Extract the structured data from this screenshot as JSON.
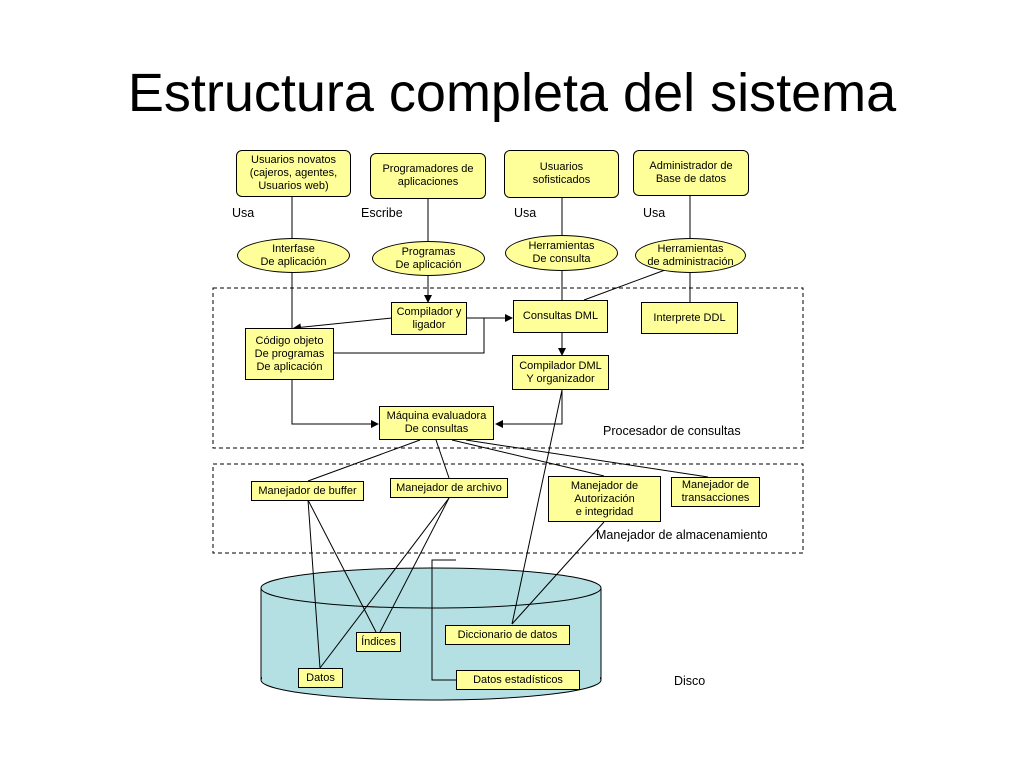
{
  "title": "Estructura completa del sistema",
  "users": {
    "naive": "Usuarios novatos\n(cajeros, agentes,\nUsuarios web)",
    "programmers": "Programadores de\naplicaciones",
    "sophisticated": "Usuarios\nsofisticados",
    "dba": "Administrador de\nBase de datos"
  },
  "edge_labels": {
    "naive": "Usa",
    "programmers": "Escribe",
    "sophisticated": "Usa",
    "dba": "Usa"
  },
  "tools": {
    "app_interface": "Interfase\nDe aplicación",
    "app_programs": "Programas\nDe aplicación",
    "query_tools": "Herramientas\nDe consulta",
    "admin_tools": "Herramientas\nde administración"
  },
  "query_processor": {
    "label": "Procesador de consultas",
    "compiler_linker": "Compilador y\nligador",
    "dml_queries": "Consultas DML",
    "ddl_interpreter": "Interprete DDL",
    "object_code": "Código objeto\nDe programas\nDe aplicación",
    "dml_compiler": "Compilador DML\nY organizador",
    "query_engine": "Máquina evaluadora\nDe consultas"
  },
  "storage_manager": {
    "label": "Manejador de almacenamiento",
    "buffer_manager": "Manejador de buffer",
    "file_manager": "Manejador de archivo",
    "auth_manager": "Manejador de\nAutorización\ne integridad",
    "transaction_manager": "Manejador de\ntransacciones"
  },
  "disk": {
    "label": "Disco",
    "data_dictionary": "Diccionario de datos",
    "indices": "Índices",
    "data": "Datos",
    "statistics": "Datos estadísticos"
  },
  "colors": {
    "box_fill": "#ffff99",
    "disk_fill": "#b4e0e4",
    "line": "#000000"
  }
}
